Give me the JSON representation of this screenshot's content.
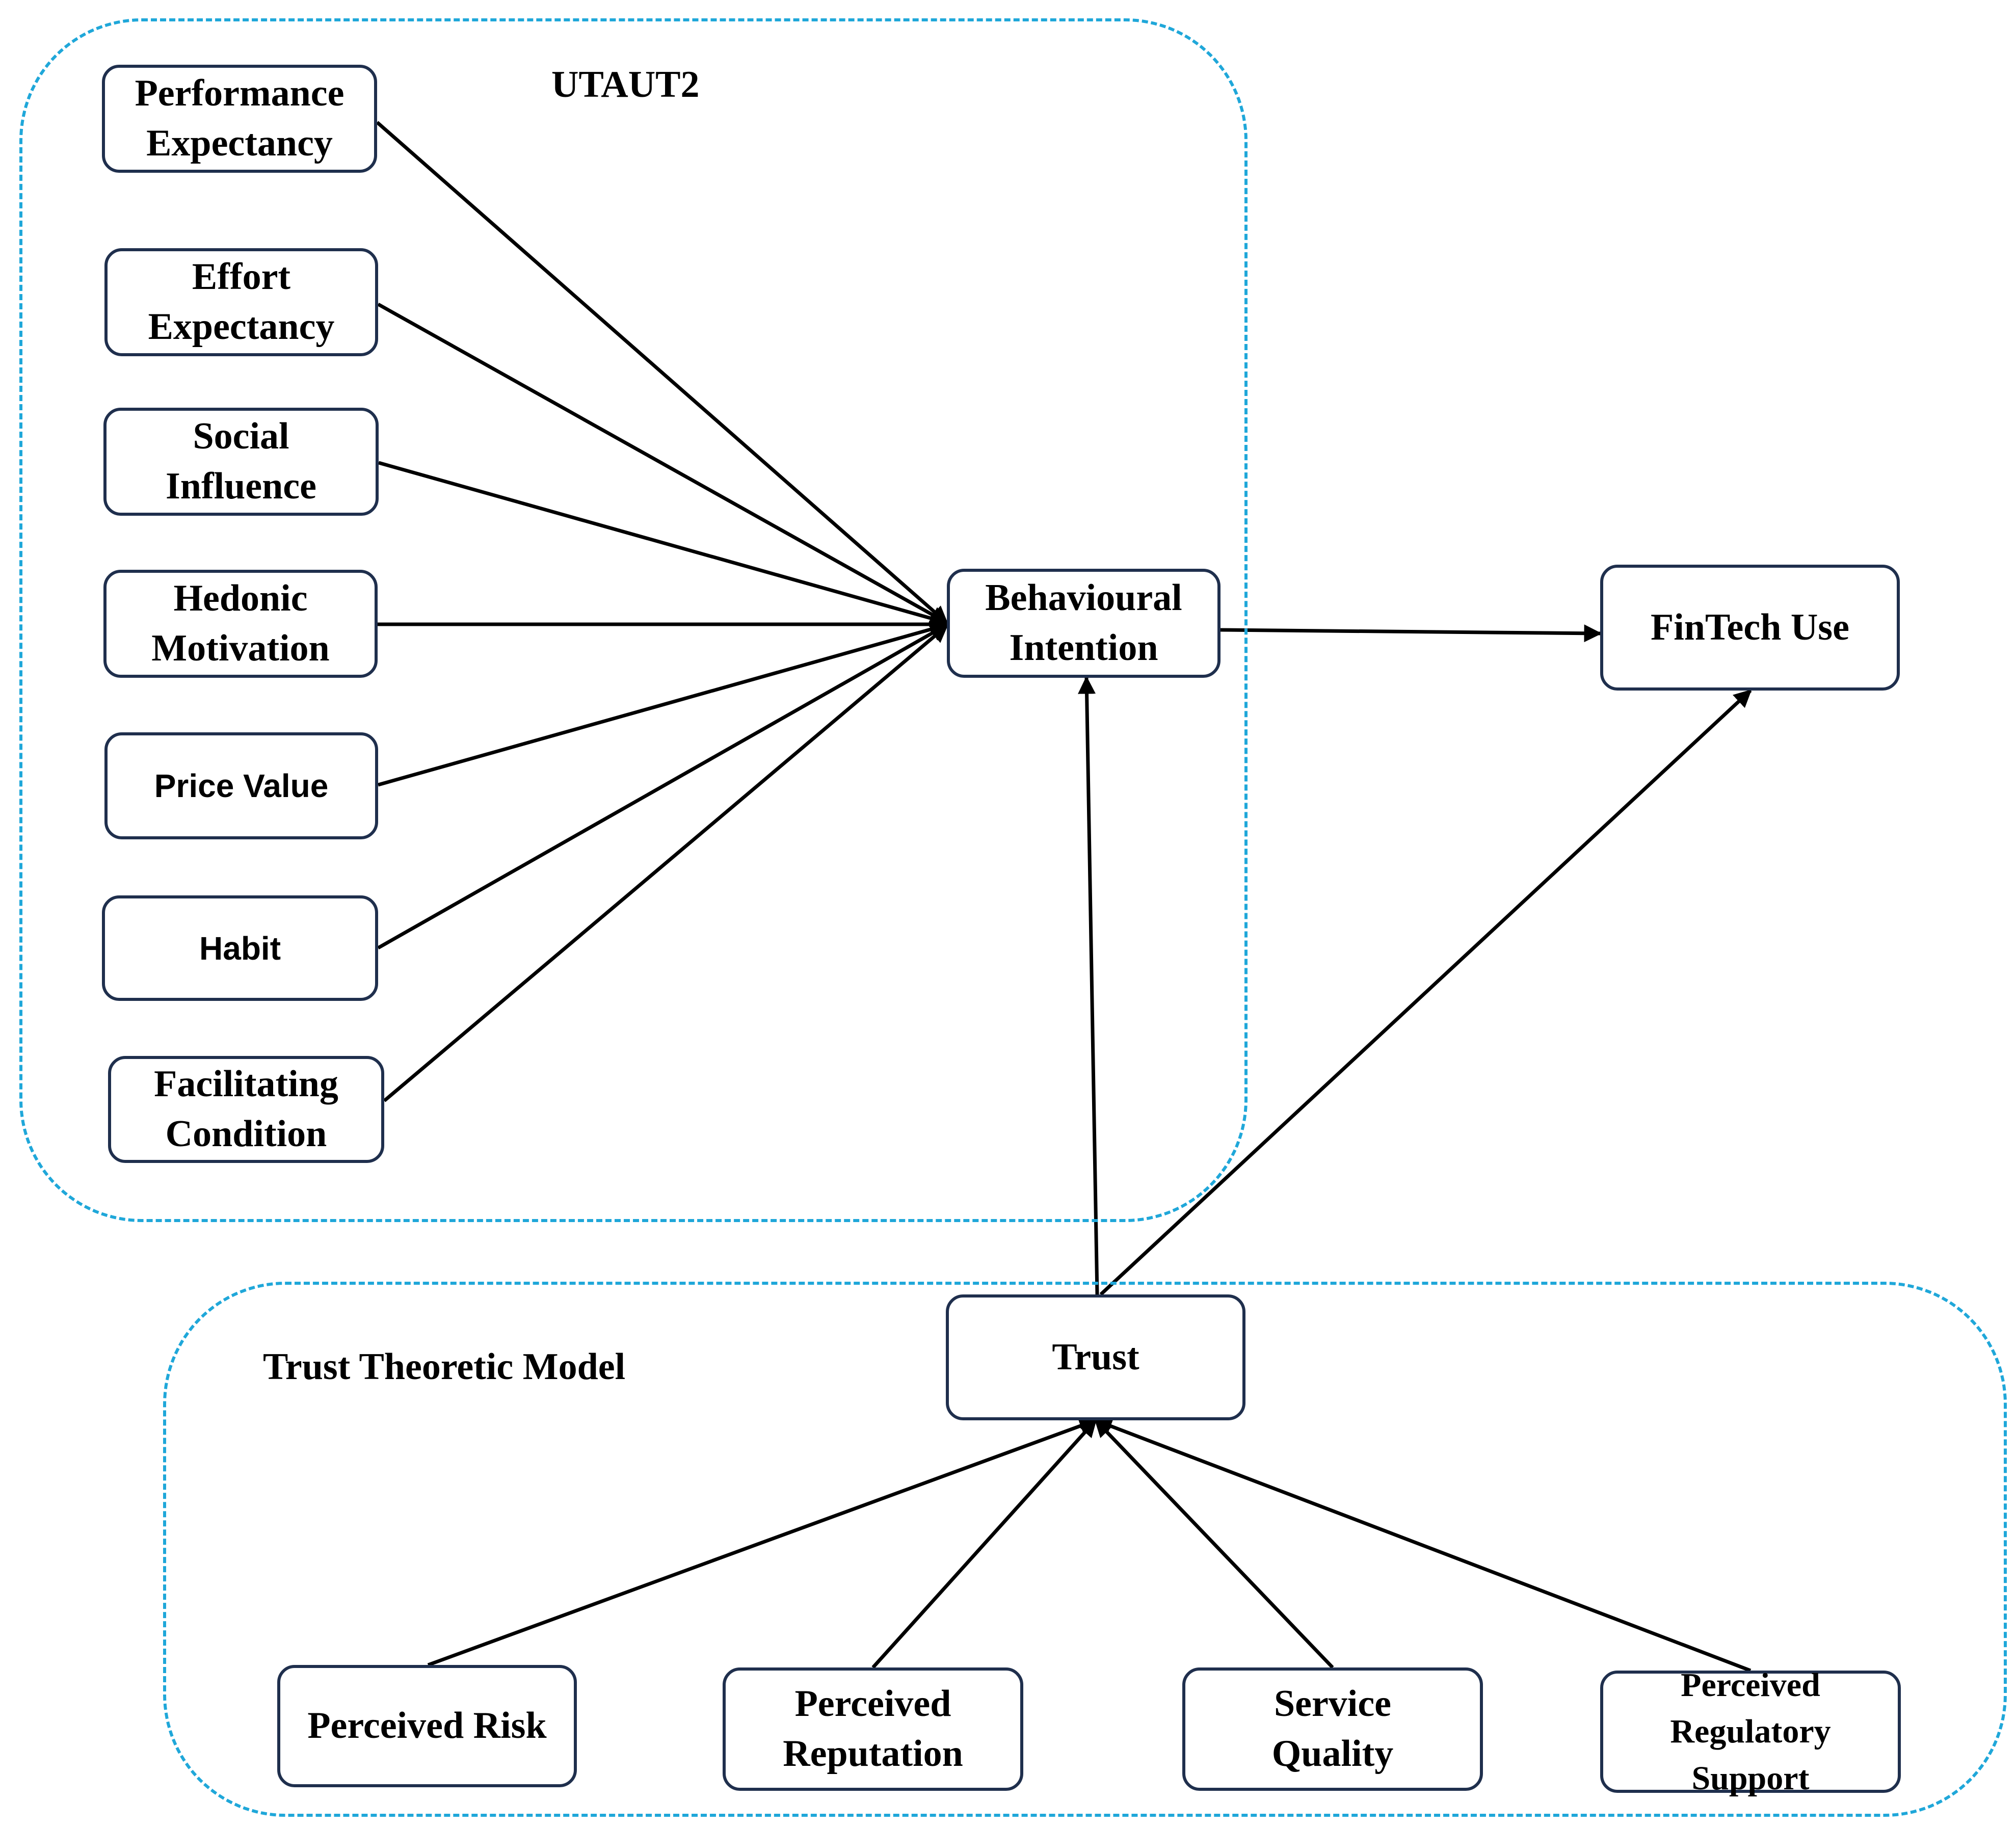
{
  "groups": {
    "utaut2": {
      "title": "UTAUT2"
    },
    "trust_model": {
      "title": "Trust Theoretic Model"
    }
  },
  "nodes": {
    "performance_expectancy": "Performance\nExpectancy",
    "effort_expectancy": "Effort\nExpectancy",
    "social_influence": "Social\nInfluence",
    "hedonic_motivation": "Hedonic\nMotivation",
    "price_value": "Price Value",
    "habit": "Habit",
    "facilitating_condition": "Facilitating\nCondition",
    "behavioural_intention": "Behavioural\nIntention",
    "fintech_use": "FinTech Use",
    "trust": "Trust",
    "perceived_risk": "Perceived Risk",
    "perceived_reputation": "Perceived\nReputation",
    "service_quality": "Service\nQuality",
    "perceived_regulatory_support": "Perceived\nRegulatory\nSupport"
  },
  "edges": [
    {
      "from": "performance_expectancy",
      "to": "behavioural_intention"
    },
    {
      "from": "effort_expectancy",
      "to": "behavioural_intention"
    },
    {
      "from": "social_influence",
      "to": "behavioural_intention"
    },
    {
      "from": "hedonic_motivation",
      "to": "behavioural_intention"
    },
    {
      "from": "price_value",
      "to": "behavioural_intention"
    },
    {
      "from": "habit",
      "to": "behavioural_intention"
    },
    {
      "from": "facilitating_condition",
      "to": "behavioural_intention"
    },
    {
      "from": "behavioural_intention",
      "to": "fintech_use"
    },
    {
      "from": "trust",
      "to": "behavioural_intention"
    },
    {
      "from": "trust",
      "to": "fintech_use"
    },
    {
      "from": "perceived_risk",
      "to": "trust"
    },
    {
      "from": "perceived_reputation",
      "to": "trust"
    },
    {
      "from": "service_quality",
      "to": "trust"
    },
    {
      "from": "perceived_regulatory_support",
      "to": "trust"
    }
  ],
  "colors": {
    "group_border": "#1fa7d9",
    "node_border": "#1f2f4d",
    "arrow": "#000000"
  }
}
